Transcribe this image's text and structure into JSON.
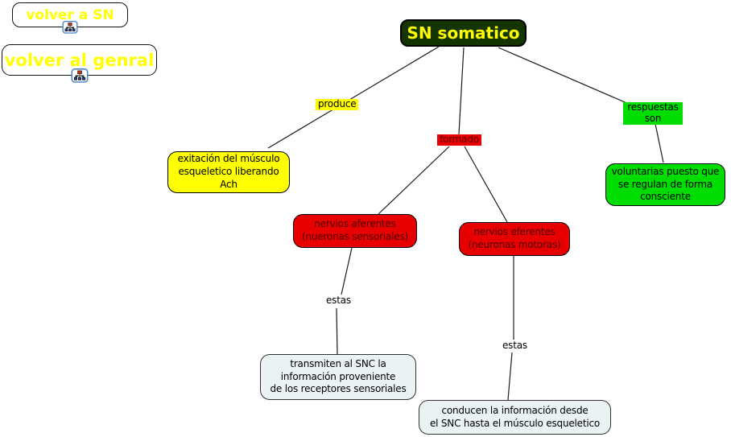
{
  "nav": {
    "buttons": [
      {
        "label": "volver a SN",
        "icon": "cmap-link-icon"
      },
      {
        "label": "volver al genral",
        "icon": "cmap-link-icon"
      }
    ]
  },
  "map": {
    "title": "SN somatico",
    "colors": {
      "root_bg": "#143500",
      "root_fg": "#ffff00",
      "yellow": "#ffff00",
      "red": "#e80000",
      "red_text": "#4a0000",
      "green": "#00dd00",
      "light_box": "#eaf2f4",
      "button_text": "#ffff00"
    },
    "nodes": {
      "root": {
        "text": "SN somatico"
      },
      "excitacion": {
        "text": "exitación del músculo\nesqueletico liberando\nAch"
      },
      "aferentes": {
        "text": "nervios aferentes\n(nueronas sensoriales)"
      },
      "eferentes": {
        "text": "nervios eferentes\n(neuronas motoras)"
      },
      "voluntarias": {
        "text": "voluntarias puesto que\nse regulan de forma\nconsciente"
      },
      "transmiten": {
        "text": "transmiten al SNC la\ninformación proveniente\nde los receptores sensoriales"
      },
      "conducen": {
        "text": "conducen la información desde\nel SNC hasta el músculo esqueletico"
      }
    },
    "links": {
      "produce": {
        "text": "produce"
      },
      "formado": {
        "text": "formado"
      },
      "respuestas": {
        "text": "respuestas\nson"
      },
      "estas1": {
        "text": "estas"
      },
      "estas2": {
        "text": "estas"
      }
    },
    "edges": [
      {
        "from": "root",
        "label": "produce",
        "to": "excitacion"
      },
      {
        "from": "root",
        "label": "formado",
        "to": "aferentes"
      },
      {
        "from": "root",
        "label": "formado",
        "to": "eferentes"
      },
      {
        "from": "root",
        "label": "respuestas son",
        "to": "voluntarias"
      },
      {
        "from": "aferentes",
        "label": "estas",
        "to": "transmiten"
      },
      {
        "from": "eferentes",
        "label": "estas",
        "to": "conducen"
      }
    ]
  }
}
